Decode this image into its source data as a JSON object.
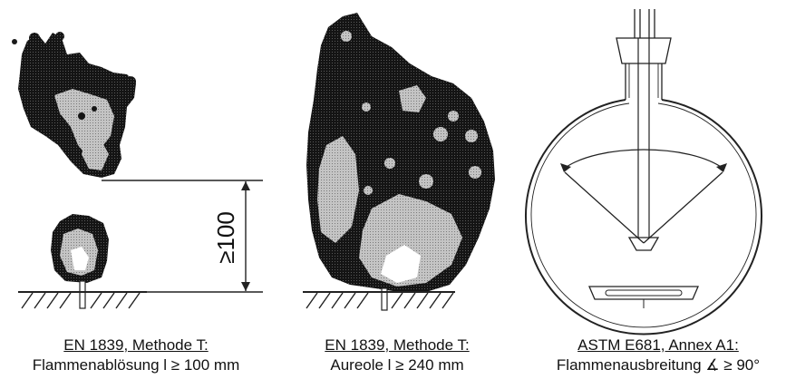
{
  "figure": {
    "panels": [
      {
        "id": "en1839-separation",
        "caption_line1": "EN 1839, Methode T:",
        "caption_line2": "Flammenablösung l ≥ 100 mm",
        "dimension_label": "≥100"
      },
      {
        "id": "en1839-aureole",
        "caption_line1": "EN 1839, Methode T:",
        "caption_line2": "Aureole l ≥ 240 mm"
      },
      {
        "id": "astm-e681",
        "caption_line1": "ASTM E681, Annex A1:",
        "caption_line2": "Flammenausbreitung ∡ ≥ 90°"
      }
    ]
  },
  "colors": {
    "flame_dark": "#111111",
    "flame_light": "#b8b8b8",
    "line": "#222222"
  }
}
